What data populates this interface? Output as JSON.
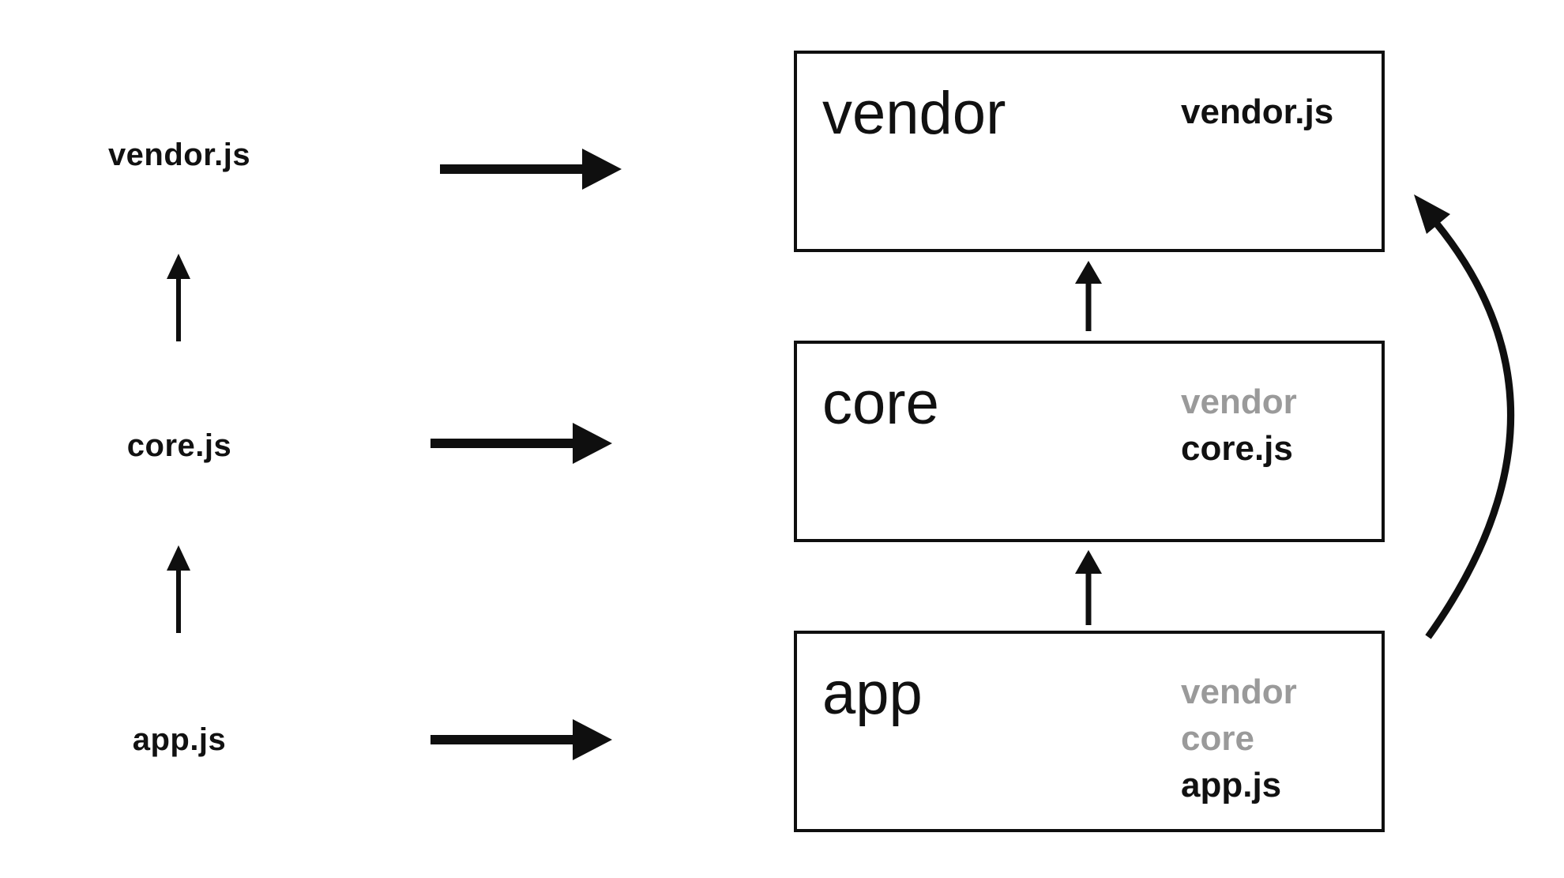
{
  "colors": {
    "ink": "#111111",
    "box_border": "#0f0f0f",
    "muted_file": "#9a9a9a",
    "background": "#ffffff"
  },
  "source_files": [
    {
      "label": "vendor.js"
    },
    {
      "label": "core.js"
    },
    {
      "label": "app.js"
    }
  ],
  "bundles": [
    {
      "title": "vendor",
      "files": [
        {
          "name": "vendor.js",
          "muted": false
        }
      ]
    },
    {
      "title": "core",
      "files": [
        {
          "name": "vendor",
          "muted": true
        },
        {
          "name": "core.js",
          "muted": false
        }
      ]
    },
    {
      "title": "app",
      "files": [
        {
          "name": "vendor",
          "muted": true
        },
        {
          "name": "core",
          "muted": true
        },
        {
          "name": "app.js",
          "muted": false
        }
      ]
    }
  ],
  "arrows": [
    {
      "name": "up-arrow-appjs-to-corejs",
      "from": "app.js",
      "to": "core.js",
      "style": "thin-straight-up"
    },
    {
      "name": "up-arrow-corejs-to-vendorjs",
      "from": "core.js",
      "to": "vendor.js",
      "style": "thin-straight-up"
    },
    {
      "name": "right-arrow-vendorjs-to-vendor-bundle",
      "from": "vendor.js",
      "to": "vendor bundle",
      "style": "thick-straight-right"
    },
    {
      "name": "right-arrow-corejs-to-core-bundle",
      "from": "core.js",
      "to": "core bundle",
      "style": "thick-straight-right"
    },
    {
      "name": "right-arrow-appjs-to-app-bundle",
      "from": "app.js",
      "to": "app bundle",
      "style": "thick-straight-right"
    },
    {
      "name": "up-arrow-app-bundle-to-core-bundle",
      "from": "app bundle",
      "to": "core bundle",
      "style": "medium-straight-up"
    },
    {
      "name": "up-arrow-core-bundle-to-vendor-bundle",
      "from": "core bundle",
      "to": "vendor bundle",
      "style": "medium-straight-up"
    },
    {
      "name": "curved-arrow-app-bundle-to-vendor-bundle",
      "from": "app bundle",
      "to": "vendor bundle",
      "style": "curved-right-up"
    }
  ]
}
